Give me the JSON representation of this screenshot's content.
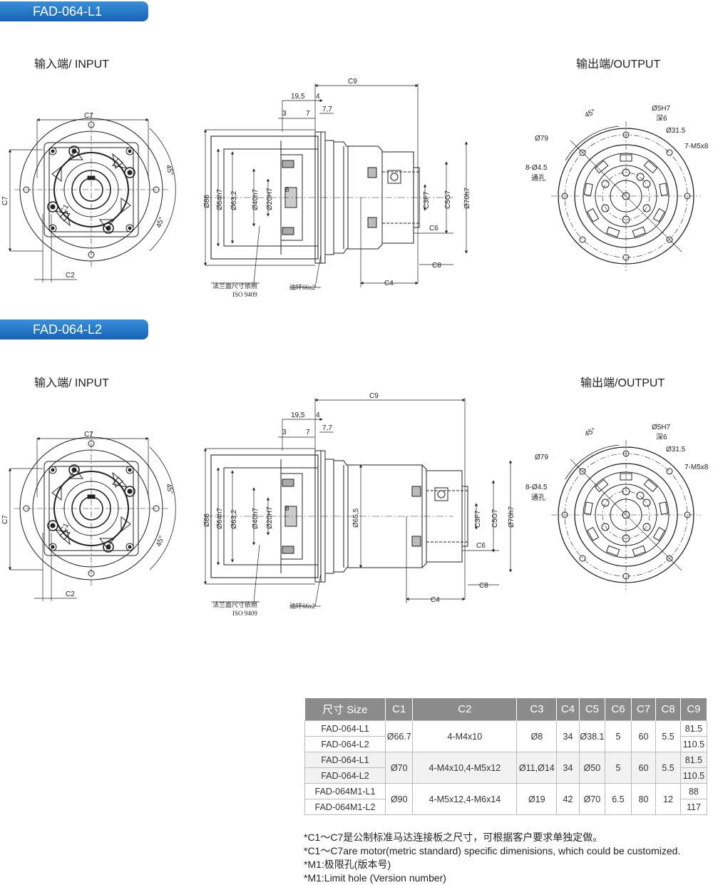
{
  "sections": [
    {
      "title": "FAD-064-L1",
      "input_label": "输入端/ INPUT",
      "output_label": "输出端/OUTPUT"
    },
    {
      "title": "FAD-064-L2",
      "input_label": "输入端/ INPUT",
      "output_label": "输出端/OUTPUT"
    }
  ],
  "dims": {
    "c7": "C7",
    "c1": "C1",
    "c2": "C2",
    "a45": "45°",
    "c9": "C9",
    "d19": "19,5",
    "d4": "4",
    "d3": "3",
    "d7": "7",
    "d77": "7,7",
    "d86": "Ø86",
    "d64": "Ø64h7",
    "d632": "Ø63,2",
    "d40": "Ø40h7",
    "d20": "Ø20H7",
    "d8": "8",
    "c3": "C3F7",
    "c5": "C5G7",
    "d70": "Ø70h7",
    "c6": "C6",
    "c8": "C8",
    "c4": "C4",
    "flange1": "法兰面尺寸依照",
    "flange2": "ISO 9409",
    "oil": "油环66x2",
    "d655": "Ø65,5",
    "o5": "Ø5H7",
    "o5b": "深6",
    "o315": "Ø31.5",
    "o7m": "7-M5x8",
    "o79": "Ø79",
    "o8": "8-Ø4.5",
    "o8b": "通孔"
  },
  "table": {
    "headers": [
      "尺寸 Size",
      "C1",
      "C2",
      "C3",
      "C4",
      "C5",
      "C6",
      "C7",
      "C8",
      "C9"
    ],
    "groups": [
      {
        "models": [
          "FAD-064-L1",
          "FAD-064-L2"
        ],
        "c1": "Ø66.7",
        "c2": "4-M4x10",
        "c3": "Ø8",
        "c4": "34",
        "c5": "Ø38.1",
        "c6": "5",
        "c7": "60",
        "c8": "5.5",
        "c9": [
          "81.5",
          "110.5"
        ]
      },
      {
        "models": [
          "FAD-064-L1",
          "FAD-064-L2"
        ],
        "c1": "Ø70",
        "c2": "4-M4x10,4-M5x12",
        "c3": "Ø11,Ø14",
        "c4": "34",
        "c5": "Ø50",
        "c6": "5",
        "c7": "60",
        "c8": "5.5",
        "c9": [
          "81.5",
          "110.5"
        ]
      },
      {
        "models": [
          "FAD-064M1-L1",
          "FAD-064M1-L2"
        ],
        "c1": "Ø90",
        "c2": "4-M5x12,4-M6x14",
        "c3": "Ø19",
        "c4": "42",
        "c5": "Ø70",
        "c6": "6.5",
        "c7": "80",
        "c8": "12",
        "c9": [
          "88",
          "117"
        ]
      }
    ]
  },
  "notes": [
    "*C1～C7是公制标准马达连接板之尺寸，可根据客户要求单独定做。",
    "*C1～C7are motor(metric standard) specific dimenisions, which could be customized.",
    "*M1:极限孔(版本号)",
    "*M1:Limit hole (Version number)"
  ]
}
